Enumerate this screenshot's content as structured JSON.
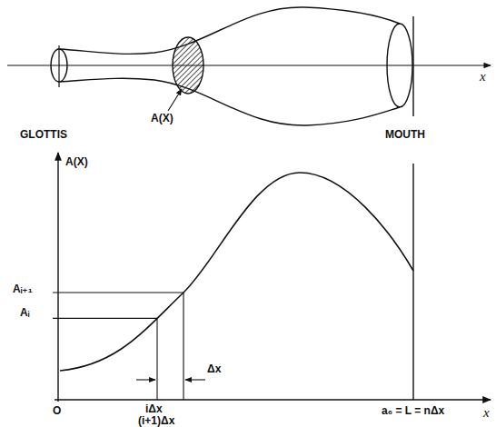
{
  "diagram": {
    "labels": [
      "A(X)",
      "x",
      "GLOTTIS",
      "MOUTH",
      "A(X)",
      "Aᵢ₊₁",
      "Aᵢ",
      "Δx",
      "iΔx",
      "(i+1)Δx",
      "O",
      "a₆ = L = nΔx",
      "x"
    ]
  }
}
